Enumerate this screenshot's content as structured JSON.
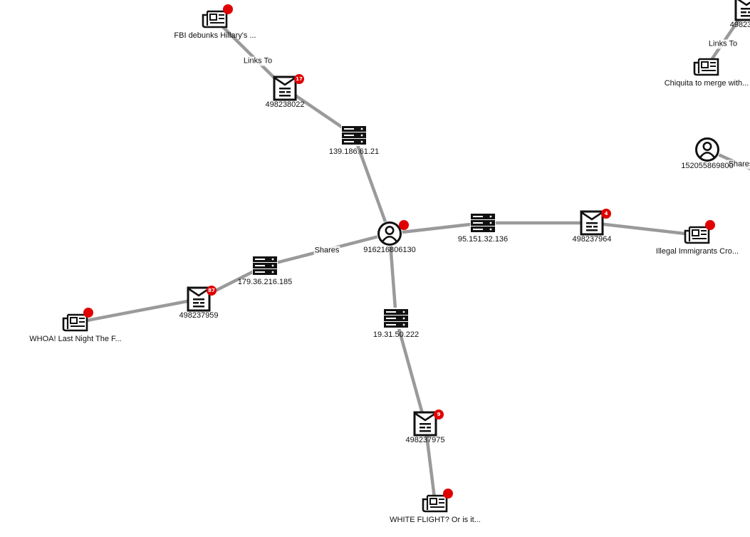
{
  "accent_edge_color": "#9a9a9a",
  "alert_color": "#e00000",
  "nodes": [
    {
      "id": "person_main",
      "type": "person-icon",
      "label": "916216806130",
      "badge": ""
    },
    {
      "id": "server_n",
      "type": "server-icon",
      "label": "139.186.61.21"
    },
    {
      "id": "server_e",
      "type": "server-icon",
      "label": "95.151.32.136"
    },
    {
      "id": "server_w",
      "type": "server-icon",
      "label": "179.36.216.185"
    },
    {
      "id": "server_s",
      "type": "server-icon",
      "label": "19.31.50.222"
    },
    {
      "id": "site_n",
      "type": "website-icon",
      "label": "498238022",
      "badge": "17"
    },
    {
      "id": "site_e",
      "type": "website-icon",
      "label": "498237964",
      "badge": "4"
    },
    {
      "id": "site_w",
      "type": "website-icon",
      "label": "498237959",
      "badge": "87"
    },
    {
      "id": "site_s",
      "type": "website-icon",
      "label": "498237975",
      "badge": "9"
    },
    {
      "id": "article_n",
      "type": "newspaper-icon",
      "label": "FBI debunks Hillary's ...",
      "badge": ""
    },
    {
      "id": "article_e",
      "type": "newspaper-icon",
      "label": "Illegal Immigrants Cro...",
      "badge": ""
    },
    {
      "id": "article_w",
      "type": "newspaper-icon",
      "label": "WHOA! Last Night The F...",
      "badge": ""
    },
    {
      "id": "article_s",
      "type": "newspaper-icon",
      "label": "WHITE FLIGHT? Or is it...",
      "badge": ""
    },
    {
      "id": "article_ne",
      "type": "newspaper-icon",
      "label": "Chiquita to merge with...",
      "badge": ""
    },
    {
      "id": "person_ne",
      "type": "person-icon",
      "label": "152055869800",
      "badge": ""
    },
    {
      "id": "site_ne_partial",
      "type": "website-icon",
      "label": "49823"
    }
  ],
  "edges": [
    {
      "from": "article_n",
      "to": "site_n",
      "label": "Links To"
    },
    {
      "from": "site_n",
      "to": "server_n",
      "label": ""
    },
    {
      "from": "server_n",
      "to": "person_main",
      "label": ""
    },
    {
      "from": "person_main",
      "to": "server_e",
      "label": ""
    },
    {
      "from": "server_e",
      "to": "site_e",
      "label": ""
    },
    {
      "from": "site_e",
      "to": "article_e",
      "label": ""
    },
    {
      "from": "person_main",
      "to": "server_w",
      "label": "Shares"
    },
    {
      "from": "server_w",
      "to": "site_w",
      "label": ""
    },
    {
      "from": "site_w",
      "to": "article_w",
      "label": ""
    },
    {
      "from": "person_main",
      "to": "server_s",
      "label": ""
    },
    {
      "from": "server_s",
      "to": "site_s",
      "label": ""
    },
    {
      "from": "site_s",
      "to": "article_s",
      "label": ""
    },
    {
      "from": "site_ne_partial",
      "to": "article_ne",
      "label": "Links To"
    },
    {
      "from": "person_ne",
      "to": "offscreen",
      "label": "Shares"
    }
  ]
}
